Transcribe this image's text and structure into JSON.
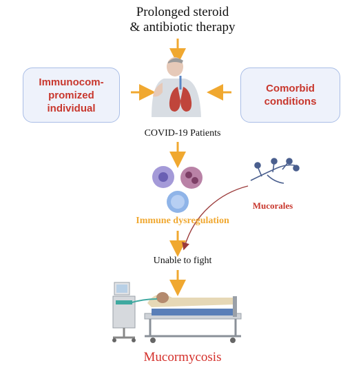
{
  "header": {
    "title": "Prolonged steroid\n& antibiotic therapy"
  },
  "factors": {
    "left": "Immunocom-\npromized\nindividual",
    "right": "Comorbid\nconditions"
  },
  "labels": {
    "covid": "COVID-19 Patients",
    "immune": "Immune dysregulation",
    "mucorales": "Mucorales",
    "unable": "Unable to fight",
    "outcome": "Mucormycosis"
  },
  "colors": {
    "arrow": "#f0a830",
    "box_fill": "#eef2fb",
    "box_border": "#a9bde6",
    "factor_text": "#c8372d",
    "immune_text": "#f0a830",
    "outcome_text": "#d42f2a",
    "curve_arrow": "#9b3a3a"
  },
  "icons": [
    "human-lungs-icon",
    "immune-cells-icon",
    "mucorales-fungus-icon",
    "hospital-bed-patient-icon",
    "ventilator-icon"
  ]
}
